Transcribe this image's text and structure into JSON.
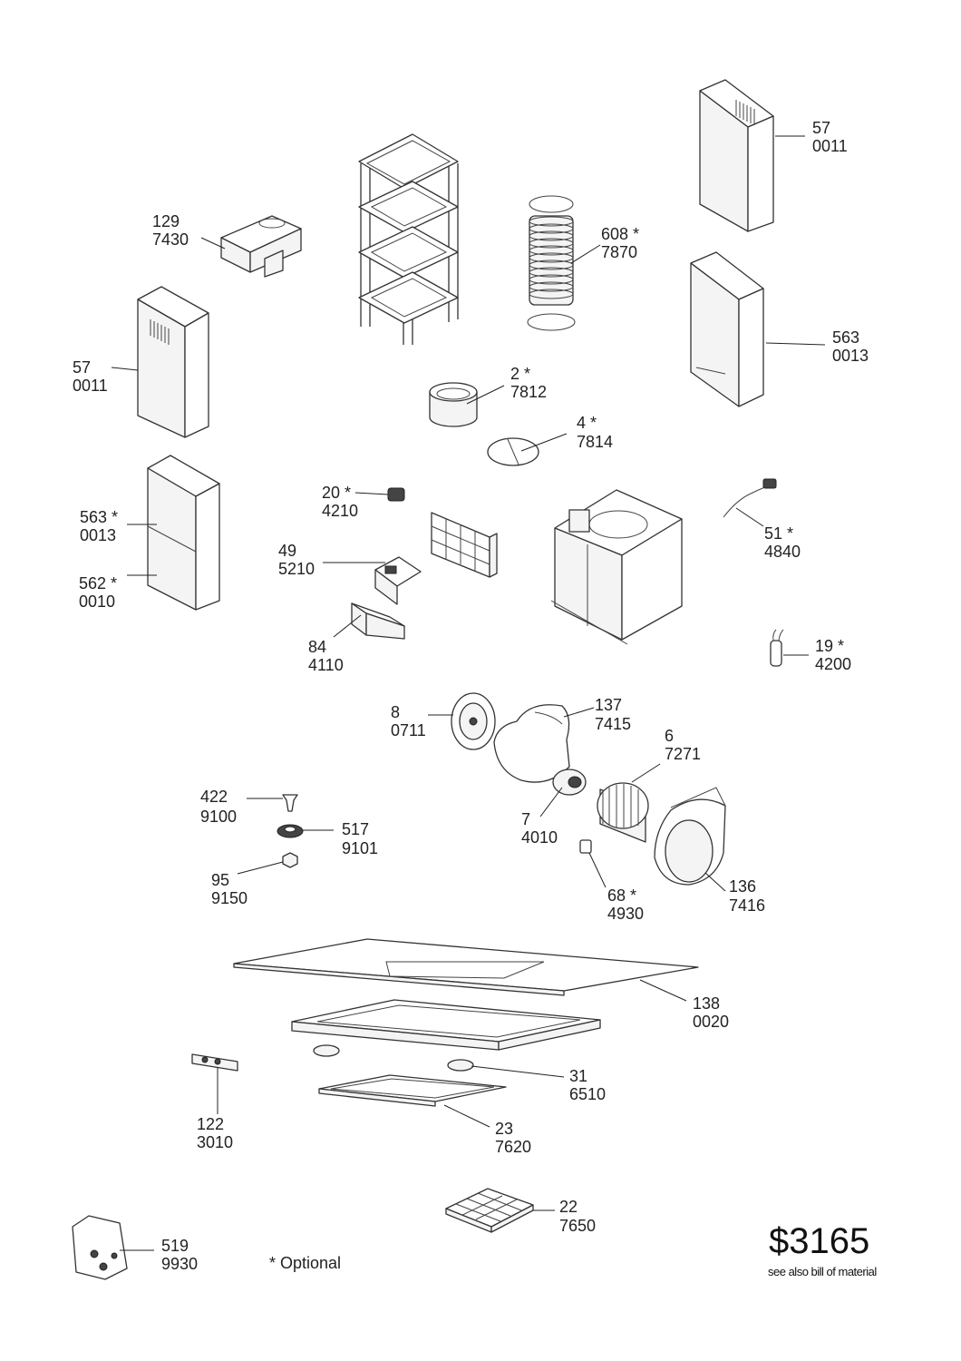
{
  "parts": [
    {
      "id": "57-top",
      "number": "57",
      "code": "0011"
    },
    {
      "id": "608",
      "number": "608 *",
      "code": "7870"
    },
    {
      "id": "129",
      "number": "129",
      "code": "7430"
    },
    {
      "id": "563-right",
      "number": "563",
      "code": "0013"
    },
    {
      "id": "57-left",
      "number": "57",
      "code": "0011"
    },
    {
      "id": "2",
      "number": "2 *",
      "code": "7812"
    },
    {
      "id": "4",
      "number": "4 *",
      "code": "7814"
    },
    {
      "id": "20",
      "number": "20 *",
      "code": "4210"
    },
    {
      "id": "563-left",
      "number": "563 *",
      "code": "0013"
    },
    {
      "id": "51",
      "number": "51 *",
      "code": "4840"
    },
    {
      "id": "49",
      "number": "49",
      "code": "5210"
    },
    {
      "id": "562",
      "number": "562 *",
      "code": "0010"
    },
    {
      "id": "84",
      "number": "84",
      "code": "4110"
    },
    {
      "id": "19",
      "number": "19 *",
      "code": "4200"
    },
    {
      "id": "8",
      "number": "8",
      "code": "0711"
    },
    {
      "id": "137",
      "number": "137",
      "code": "7415"
    },
    {
      "id": "6",
      "number": "6",
      "code": "7271"
    },
    {
      "id": "422",
      "number": "422",
      "code": "9100"
    },
    {
      "id": "517",
      "number": "517",
      "code": "9101"
    },
    {
      "id": "7",
      "number": "7",
      "code": "4010"
    },
    {
      "id": "95",
      "number": "95",
      "code": "9150"
    },
    {
      "id": "68",
      "number": "68 *",
      "code": "4930"
    },
    {
      "id": "136",
      "number": "136",
      "code": "7416"
    },
    {
      "id": "138",
      "number": "138",
      "code": "0020"
    },
    {
      "id": "31",
      "number": "31",
      "code": "6510"
    },
    {
      "id": "122",
      "number": "122",
      "code": "3010"
    },
    {
      "id": "23",
      "number": "23",
      "code": "7620"
    },
    {
      "id": "22",
      "number": "22",
      "code": "7650"
    },
    {
      "id": "519",
      "number": "519",
      "code": "9930"
    }
  ],
  "optional_note": "* Optional",
  "price": "$3165",
  "price_note": "see also bill of material"
}
